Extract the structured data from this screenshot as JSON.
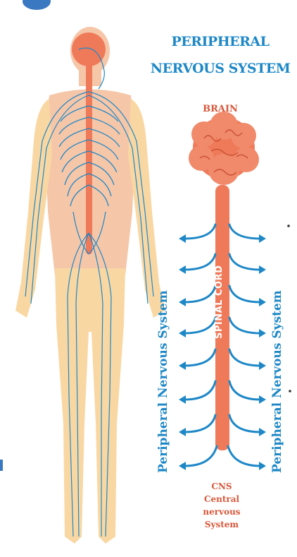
{
  "title": {
    "line1": "PERIPHERAL",
    "line2": "NERVOUS SYSTEM"
  },
  "labels": {
    "brain": "BRAIN",
    "spinal_cord": "SPINAL CORD",
    "pns_left": "Peripheral Nervous System",
    "pns_right": "Peripheral Nervous System",
    "cns_lines": [
      "CNS",
      "Central",
      "nervous",
      "System"
    ]
  },
  "colors": {
    "nerve": "#1e88c7",
    "cns": "#ef7a5a",
    "skin": "#f9d7a3",
    "title": "#1e88c7",
    "label": "#d9573a"
  }
}
